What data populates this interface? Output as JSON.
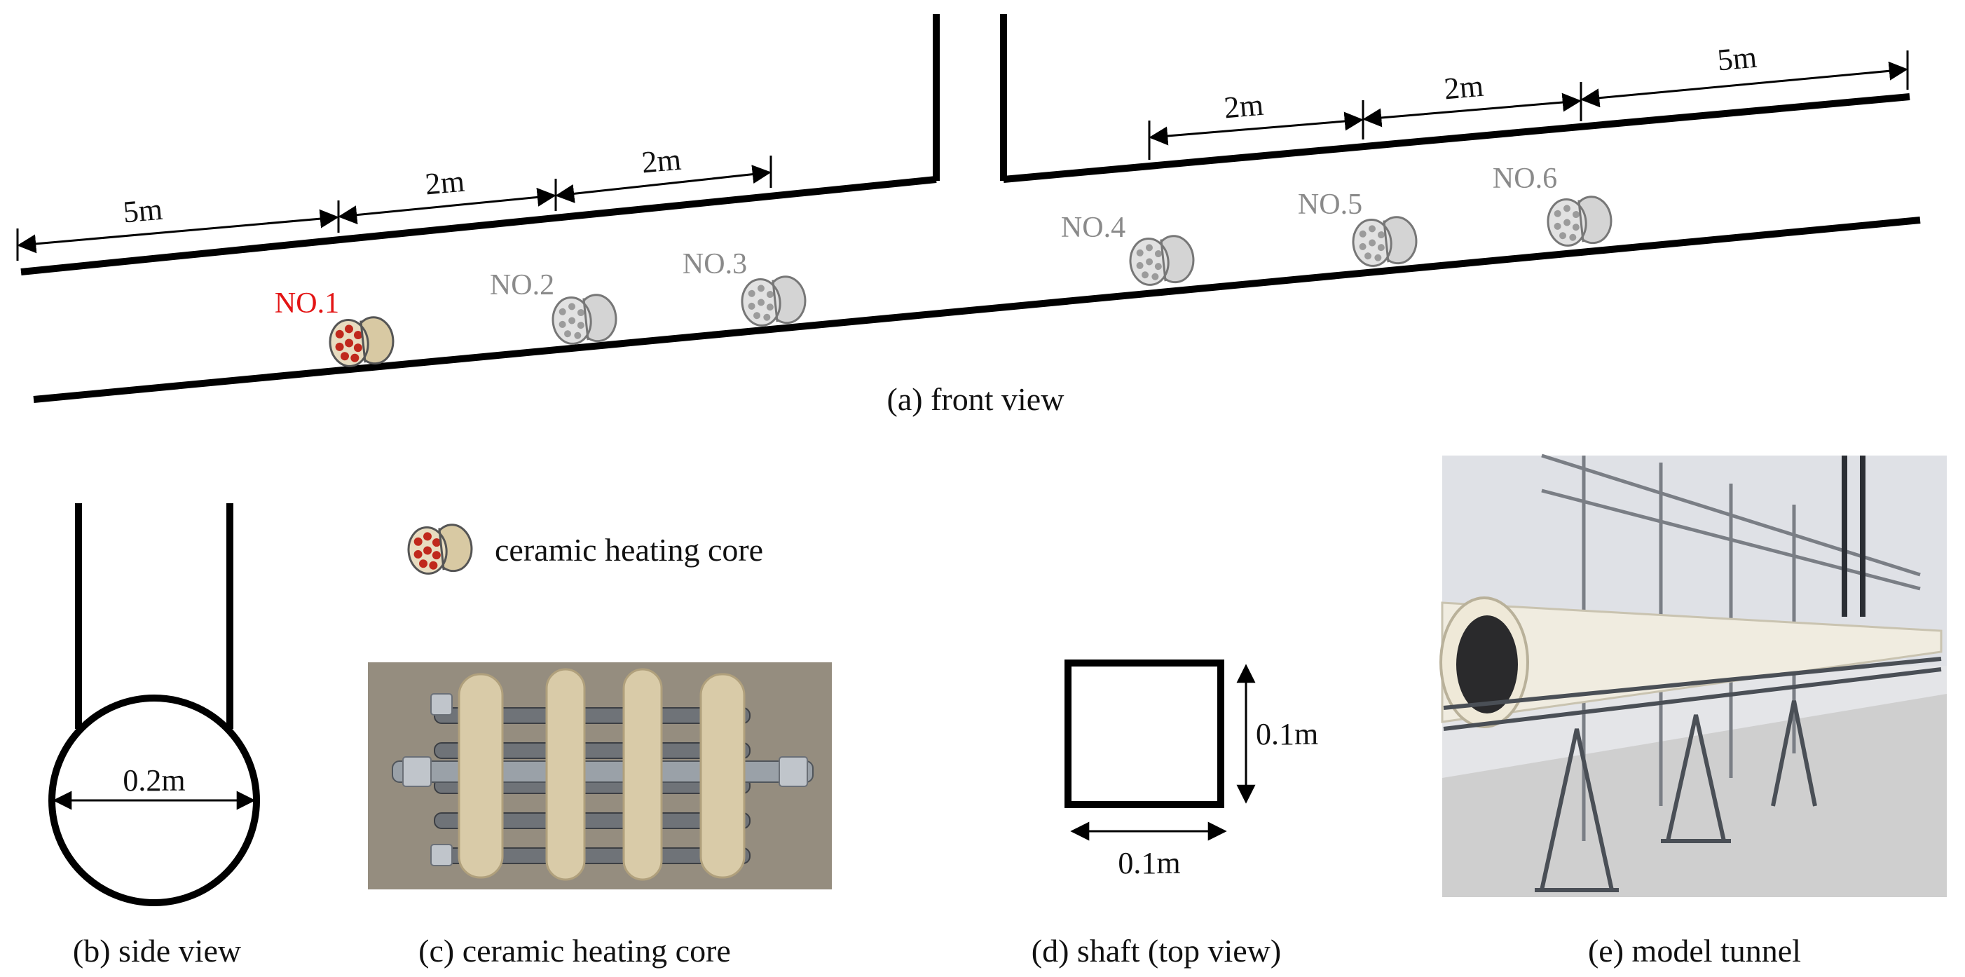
{
  "front_view": {
    "caption": "(a) front view",
    "dims_left": [
      "5m",
      "2m",
      "2m"
    ],
    "dims_right": [
      "2m",
      "2m",
      "5m"
    ],
    "cores": [
      {
        "label": "NO.1",
        "active": true
      },
      {
        "label": "NO.2",
        "active": false
      },
      {
        "label": "NO.3",
        "active": false
      },
      {
        "label": "NO.4",
        "active": false
      },
      {
        "label": "NO.5",
        "active": false
      },
      {
        "label": "NO.6",
        "active": false
      }
    ]
  },
  "side_view": {
    "caption": "(b) side view",
    "diameter": "0.2m"
  },
  "legend": {
    "label": "ceramic heating core"
  },
  "heating_core_photo": {
    "caption": "(c) ceramic heating core"
  },
  "shaft": {
    "caption": "(d) shaft (top view)",
    "width": "0.1m",
    "height": "0.1m"
  },
  "tunnel_photo": {
    "caption": "(e) model tunnel"
  },
  "colors": {
    "active": "#e31414",
    "inactive": "#8a8a8a",
    "line": "#000000"
  }
}
